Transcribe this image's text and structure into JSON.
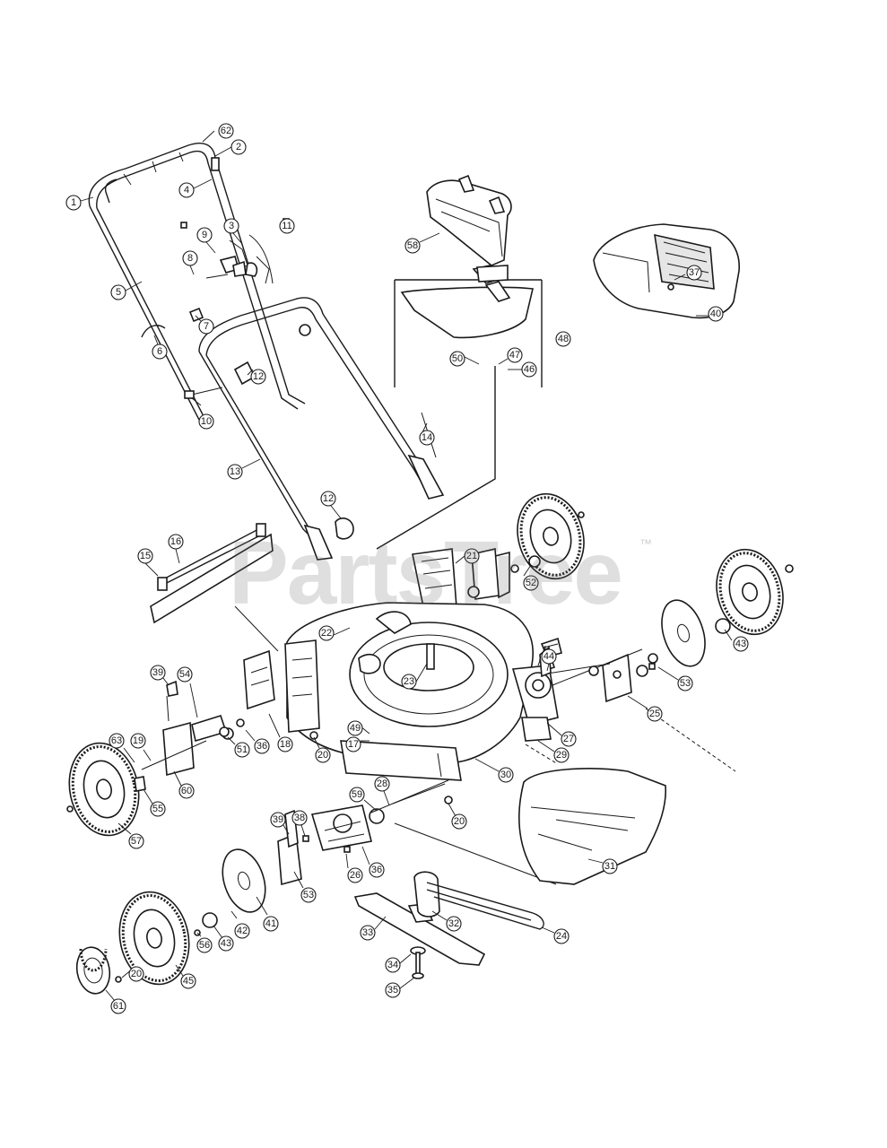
{
  "watermark": {
    "brand": "PartsTree",
    "trademark": "™"
  },
  "callouts": [
    {
      "label": "62"
    },
    {
      "label": "2"
    },
    {
      "label": "4"
    },
    {
      "label": "1"
    },
    {
      "label": "3"
    },
    {
      "label": "9"
    },
    {
      "label": "8"
    },
    {
      "label": "11"
    },
    {
      "label": "5"
    },
    {
      "label": "7"
    },
    {
      "label": "6"
    },
    {
      "label": "12"
    },
    {
      "label": "10"
    },
    {
      "label": "13"
    },
    {
      "label": "58"
    },
    {
      "label": "37"
    },
    {
      "label": "40"
    },
    {
      "label": "50"
    },
    {
      "label": "47"
    },
    {
      "label": "46"
    },
    {
      "label": "48"
    },
    {
      "label": "14"
    },
    {
      "label": "12"
    },
    {
      "label": "16"
    },
    {
      "label": "15"
    },
    {
      "label": "21"
    },
    {
      "label": "52"
    },
    {
      "label": "22"
    },
    {
      "label": "23"
    },
    {
      "label": "44"
    },
    {
      "label": "43"
    },
    {
      "label": "53"
    },
    {
      "label": "25"
    },
    {
      "label": "39"
    },
    {
      "label": "54"
    },
    {
      "label": "49"
    },
    {
      "label": "17"
    },
    {
      "label": "27"
    },
    {
      "label": "29"
    },
    {
      "label": "63"
    },
    {
      "label": "19"
    },
    {
      "label": "51"
    },
    {
      "label": "36"
    },
    {
      "label": "18"
    },
    {
      "label": "20"
    },
    {
      "label": "30"
    },
    {
      "label": "60"
    },
    {
      "label": "55"
    },
    {
      "label": "59"
    },
    {
      "label": "28"
    },
    {
      "label": "20"
    },
    {
      "label": "57"
    },
    {
      "label": "39"
    },
    {
      "label": "38"
    },
    {
      "label": "26"
    },
    {
      "label": "36"
    },
    {
      "label": "31"
    },
    {
      "label": "53"
    },
    {
      "label": "42"
    },
    {
      "label": "41"
    },
    {
      "label": "32"
    },
    {
      "label": "24"
    },
    {
      "label": "33"
    },
    {
      "label": "56"
    },
    {
      "label": "43"
    },
    {
      "label": "20"
    },
    {
      "label": "45"
    },
    {
      "label": "34"
    },
    {
      "label": "35"
    },
    {
      "label": "61"
    }
  ]
}
